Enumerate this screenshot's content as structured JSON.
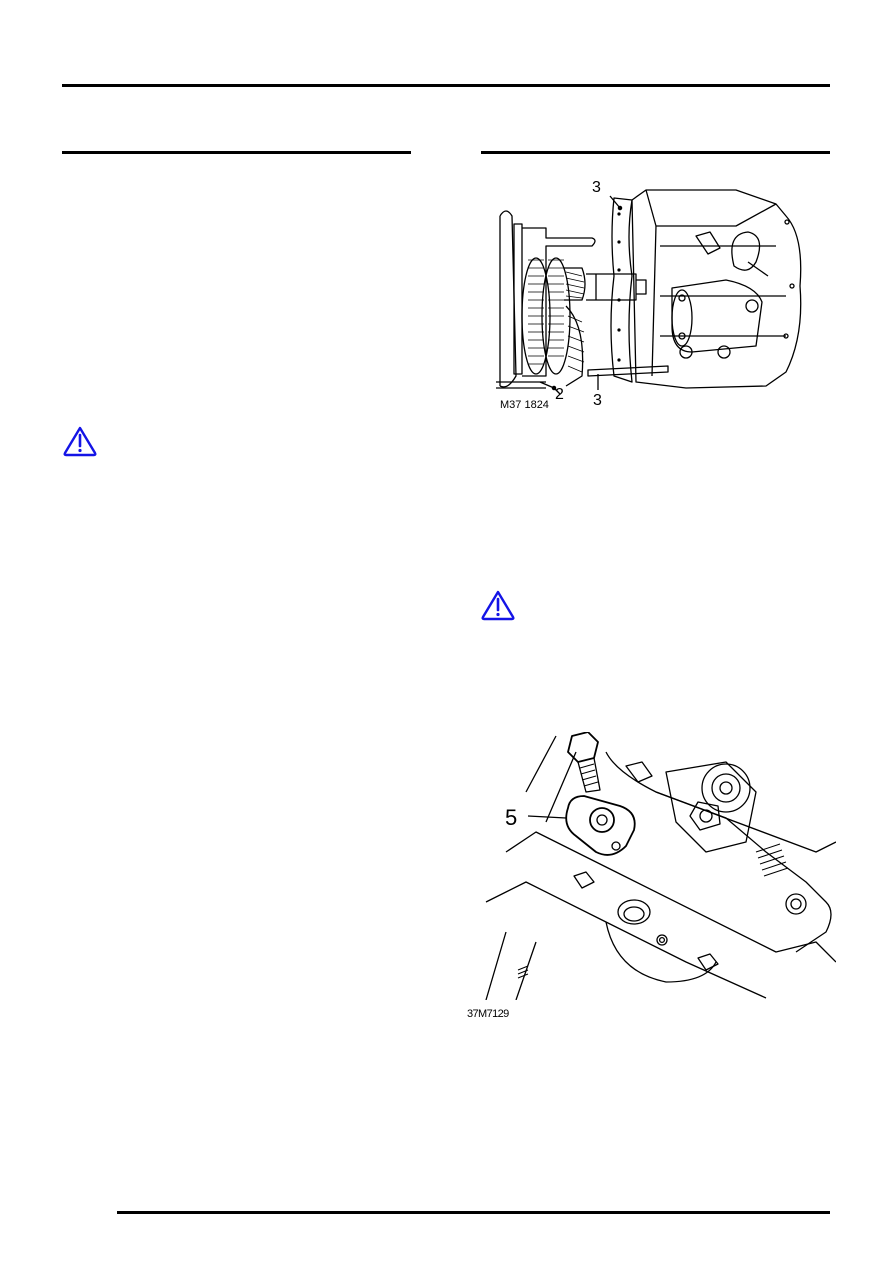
{
  "page": {
    "background": "#ffffff",
    "rule_color": "#000000"
  },
  "warnings": [
    {
      "icon": "warning-triangle-icon",
      "color": "#1414e6"
    },
    {
      "icon": "warning-triangle-icon",
      "color": "#1414e6"
    }
  ],
  "figures": [
    {
      "caption": "M37 1824",
      "callouts": [
        "3",
        "2",
        "3"
      ]
    },
    {
      "caption": "37M7129",
      "callouts": [
        "5"
      ]
    }
  ]
}
